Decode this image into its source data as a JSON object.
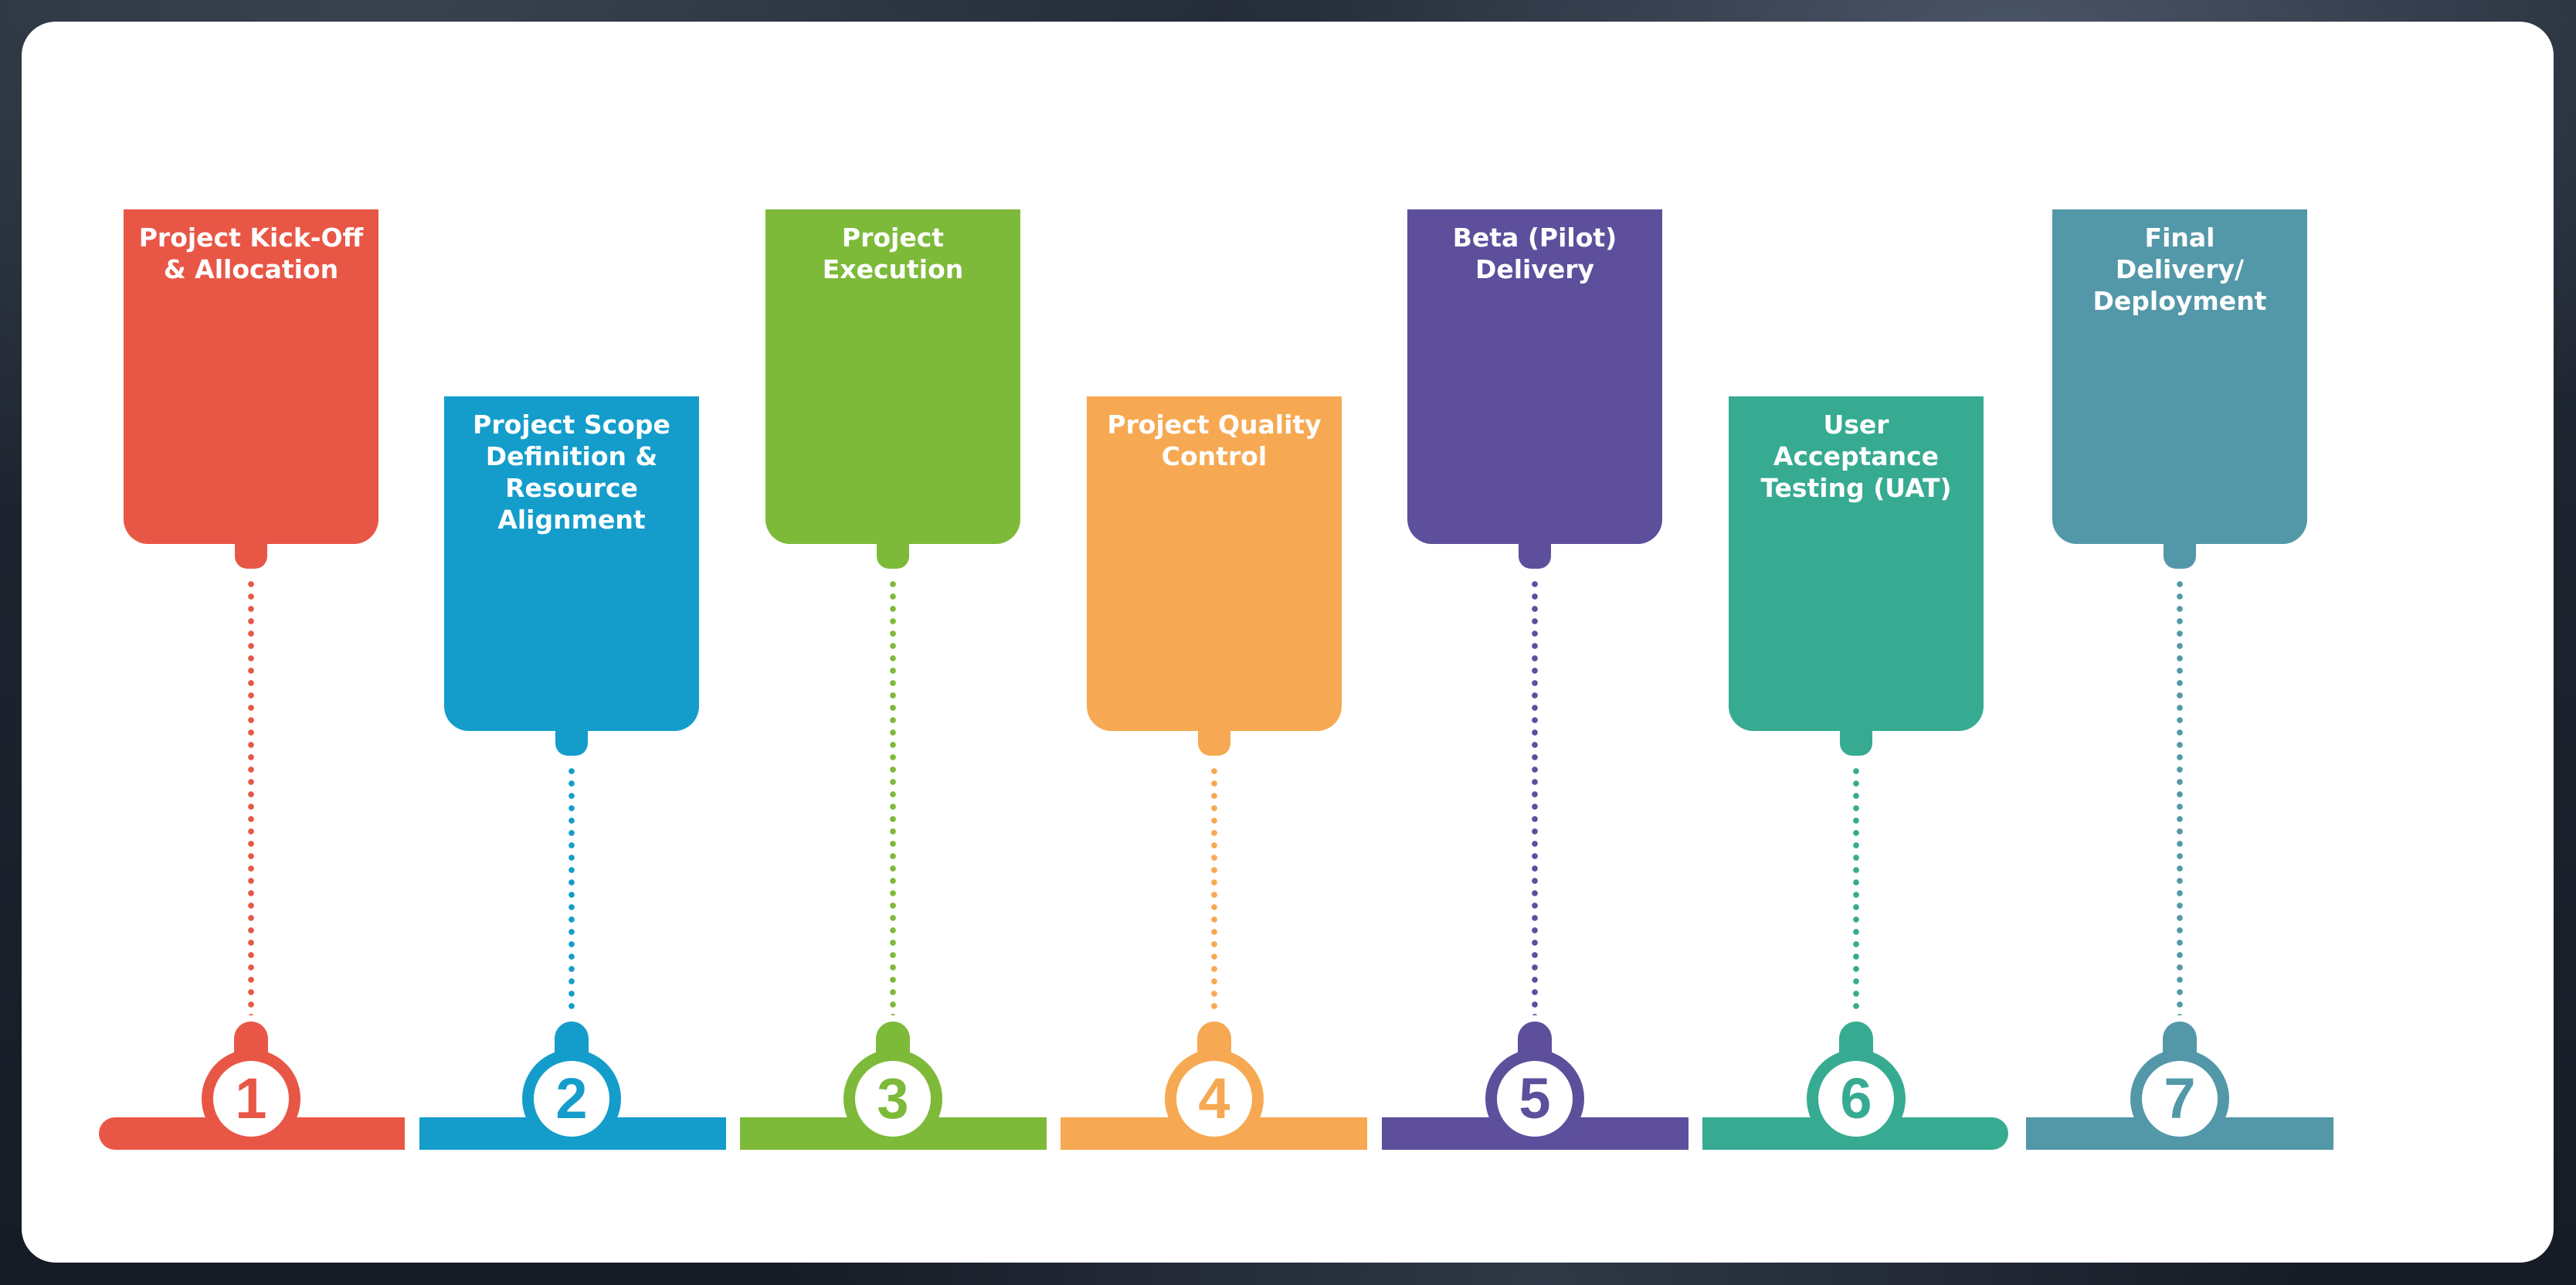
{
  "steps": [
    {
      "number": "1",
      "lines": [
        "Project Kick-Off",
        "& Allocation"
      ],
      "color": "#e85746"
    },
    {
      "number": "2",
      "lines": [
        "Project Scope",
        "Definition &",
        "Resource",
        "Alignment"
      ],
      "color": "#149dcb"
    },
    {
      "number": "3",
      "lines": [
        "Project",
        "Execution"
      ],
      "color": "#7dba3a"
    },
    {
      "number": "4",
      "lines": [
        "Project Quality",
        "Control"
      ],
      "color": "#f6a952"
    },
    {
      "number": "5",
      "lines": [
        "Beta (Pilot)",
        "Delivery"
      ],
      "color": "#5d4f9c"
    },
    {
      "number": "6",
      "lines": [
        "User",
        "Acceptance",
        "Testing (UAT)"
      ],
      "color": "#36ab92"
    },
    {
      "number": "7",
      "lines": [
        "Final",
        "Delivery/",
        "Deployment"
      ],
      "color": "#5398a9"
    }
  ]
}
